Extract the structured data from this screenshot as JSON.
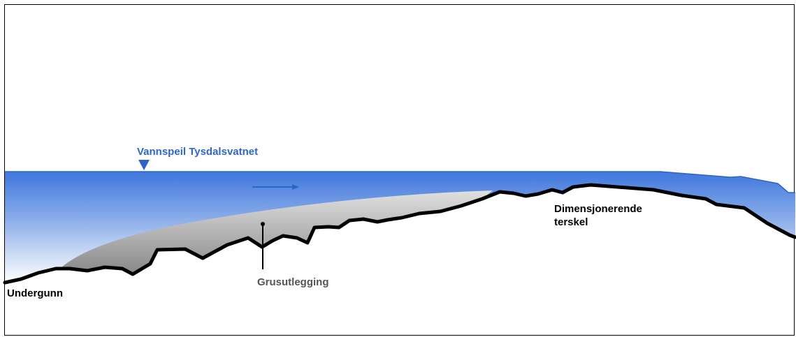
{
  "labels": {
    "water_level": "Vannspeil Tysdalsvatnet",
    "threshold": "Dimensjonerende\nterskel",
    "gravel": "Grusutlegging",
    "subsoil": "Undergunn"
  },
  "colors": {
    "water_top": "#3f77dd",
    "water_bottom": "#ffffff",
    "water_line": "#2e63c8",
    "gravel_top": "#d6d6d6",
    "gravel_bottom": "#8c8c8c",
    "ground_line": "#000000",
    "water_label": "#2f67c4",
    "gravel_label": "#555555"
  },
  "icons": {
    "water_level_marker": "triangle-down-icon",
    "flow_direction": "arrow-right-icon"
  }
}
